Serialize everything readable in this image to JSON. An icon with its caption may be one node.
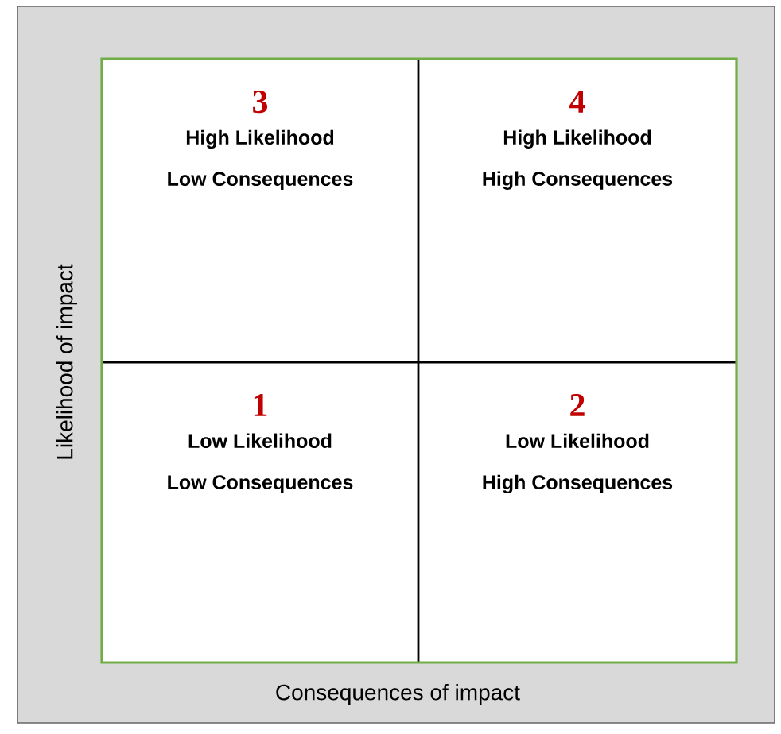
{
  "diagram": {
    "nodes": [
      {
        "text": [
          "3",
          "High Likelihood",
          "Low Consequences"
        ]
      },
      {
        "text": [
          "4",
          "High Likelihood",
          "High Consequences"
        ]
      },
      {
        "text": [
          "1",
          "Low Likelihood",
          "Low Consequences"
        ]
      },
      {
        "text": [
          "2",
          "Low Likelihood",
          "High Consequences"
        ]
      }
    ],
    "labels": [
      "Likelihood of impact",
      "Consequences of impact"
    ]
  }
}
